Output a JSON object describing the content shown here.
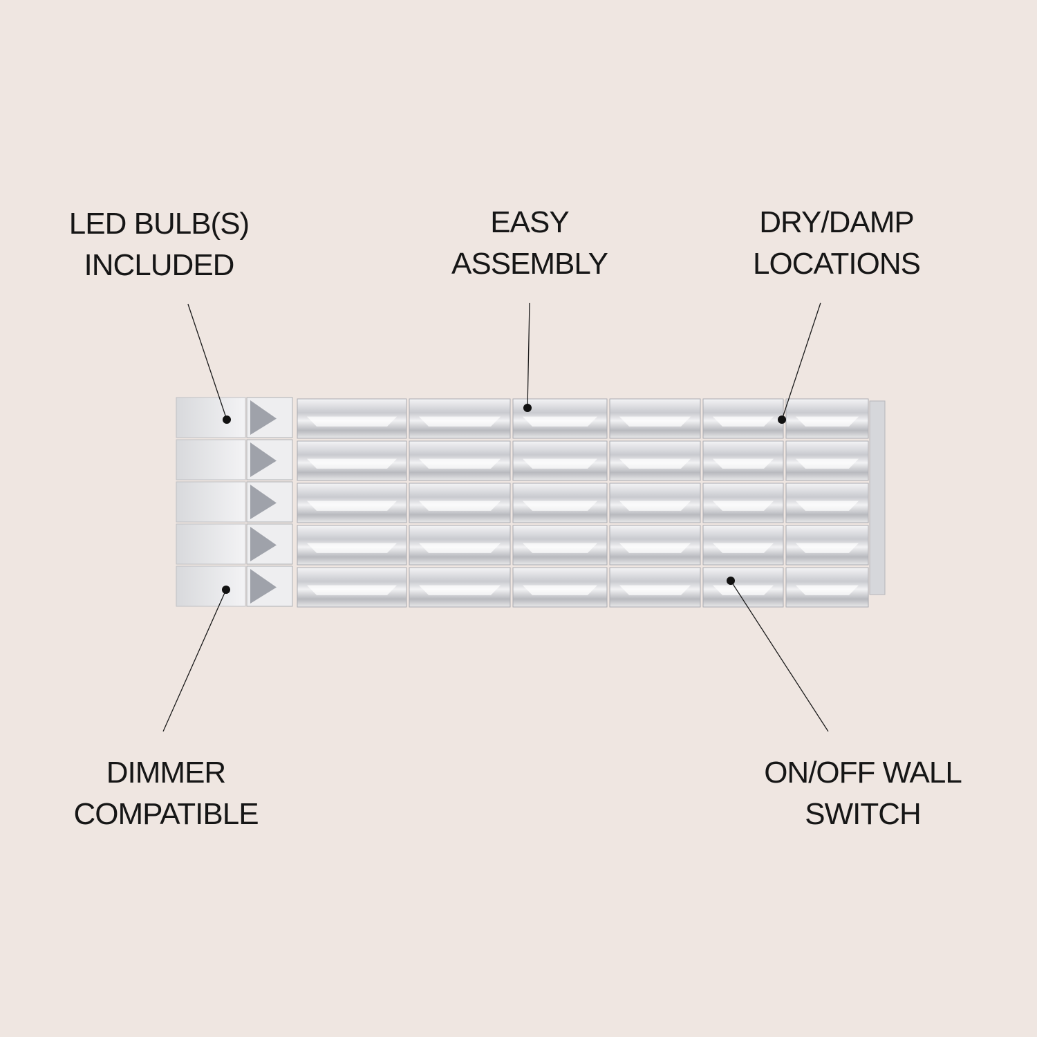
{
  "features": [
    {
      "id": "led",
      "lines": [
        "LED BULB(S)",
        "INCLUDED"
      ]
    },
    {
      "id": "assembly",
      "lines": [
        "EASY",
        "ASSEMBLY"
      ]
    },
    {
      "id": "location",
      "lines": [
        "DRY/DAMP",
        "LOCATIONS"
      ]
    },
    {
      "id": "dimmer",
      "lines": [
        "DIMMER",
        "COMPATIBLE"
      ]
    },
    {
      "id": "switch",
      "lines": [
        "ON/OFF WALL",
        "SWITCH"
      ]
    }
  ],
  "colors": {
    "background": "#efe6e1",
    "text": "#161616",
    "crystal": "#dcdde0"
  }
}
